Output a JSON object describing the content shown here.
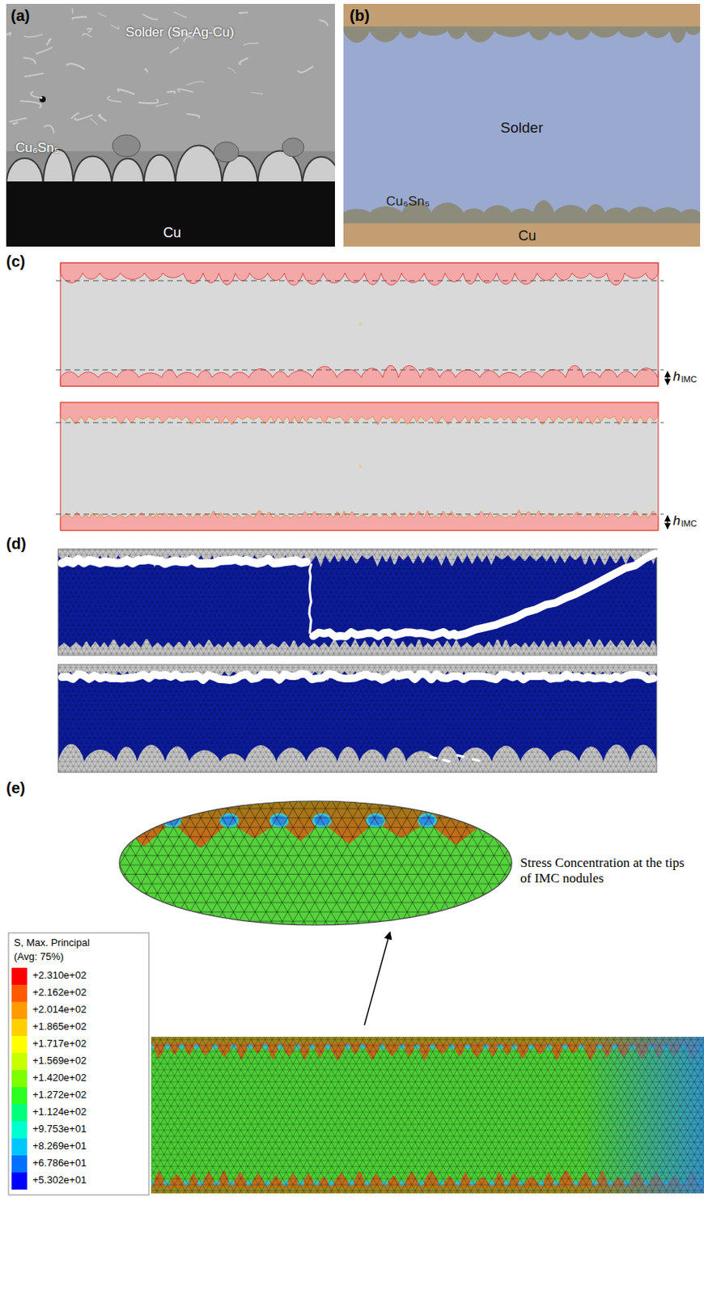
{
  "diagram": {
    "labels": [
      "(a)",
      "Solder (Sn-Ag-Cu)",
      "Cu₆Sn₅",
      "Cu",
      "(b)",
      "Solder",
      "Cu₆Sn₅",
      "Cu",
      "(c)",
      "h",
      "IMC",
      "h",
      "IMC",
      "(d)",
      "(e)",
      "Stress Concentration at the tips of IMC nodules",
      "S, Max. Principal",
      "(Avg: 75%)"
    ],
    "legend": [
      {
        "text": "+2.310e+02",
        "color": "#ff0000"
      },
      {
        "text": "+2.162e+02",
        "color": "#ff5a00"
      },
      {
        "text": "+2.014e+02",
        "color": "#ff9b00"
      },
      {
        "text": "+1.865e+02",
        "color": "#ffd000"
      },
      {
        "text": "+1.717e+02",
        "color": "#ffff00"
      },
      {
        "text": "+1.569e+02",
        "color": "#c8ff00"
      },
      {
        "text": "+1.420e+02",
        "color": "#7dff00"
      },
      {
        "text": "+1.272e+02",
        "color": "#2eff22"
      },
      {
        "text": "+1.124e+02",
        "color": "#00ff7a"
      },
      {
        "text": "+9.753e+01",
        "color": "#00ffd0"
      },
      {
        "text": "+8.269e+01",
        "color": "#00c8ff"
      },
      {
        "text": "+6.786e+01",
        "color": "#0070ff"
      },
      {
        "text": "+5.302e+01",
        "color": "#0000ff"
      }
    ]
  }
}
